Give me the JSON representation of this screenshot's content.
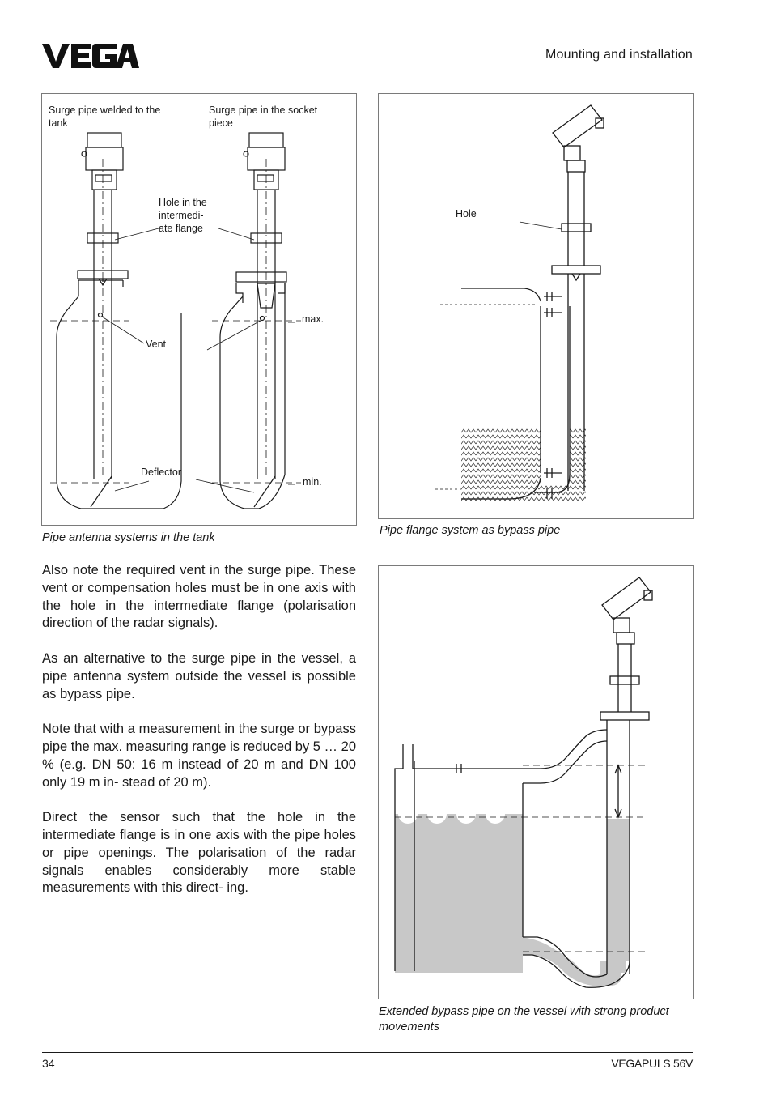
{
  "header": {
    "logo_text": "VEGA",
    "section_title": "Mounting and installation"
  },
  "figure1": {
    "label_left_pipe": "Surge pipe welded to the tank",
    "label_right_pipe": "Surge pipe in the socket piece",
    "label_hole": "Hole in the intermedi- ate flange",
    "label_vent": "Vent",
    "label_max": "max.",
    "label_deflector": "Deflector",
    "label_min": "min.",
    "caption": "Pipe antenna systems in the tank"
  },
  "figure2": {
    "label_hole": "Hole",
    "caption": "Pipe flange system as bypass pipe"
  },
  "figure3": {
    "caption": "Extended bypass pipe on the vessel with strong product movements"
  },
  "body": {
    "p1": "Also note the required vent in the surge pipe. These vent or compensation holes must be in one axis with the hole in the intermediate flange (polarisation direction of the radar signals).",
    "p2": "As an alternative to the surge pipe in the vessel, a pipe antenna system outside the vessel is possible as bypass pipe.",
    "p3": "Note that with a measurement in the surge or bypass pipe the max. measuring range is reduced by 5 … 20 % (e.g. DN 50: 16 m instead of 20 m and DN 100 only 19 m in- stead of 20 m).",
    "p4": "Direct the sensor such that the hole in the intermediate flange is in one axis with the pipe holes or pipe openings. The polarisation of the radar signals enables considerably more stable measurements with this direct- ing."
  },
  "footer": {
    "page_number": "34",
    "product": "VEGAPULS 56V"
  }
}
